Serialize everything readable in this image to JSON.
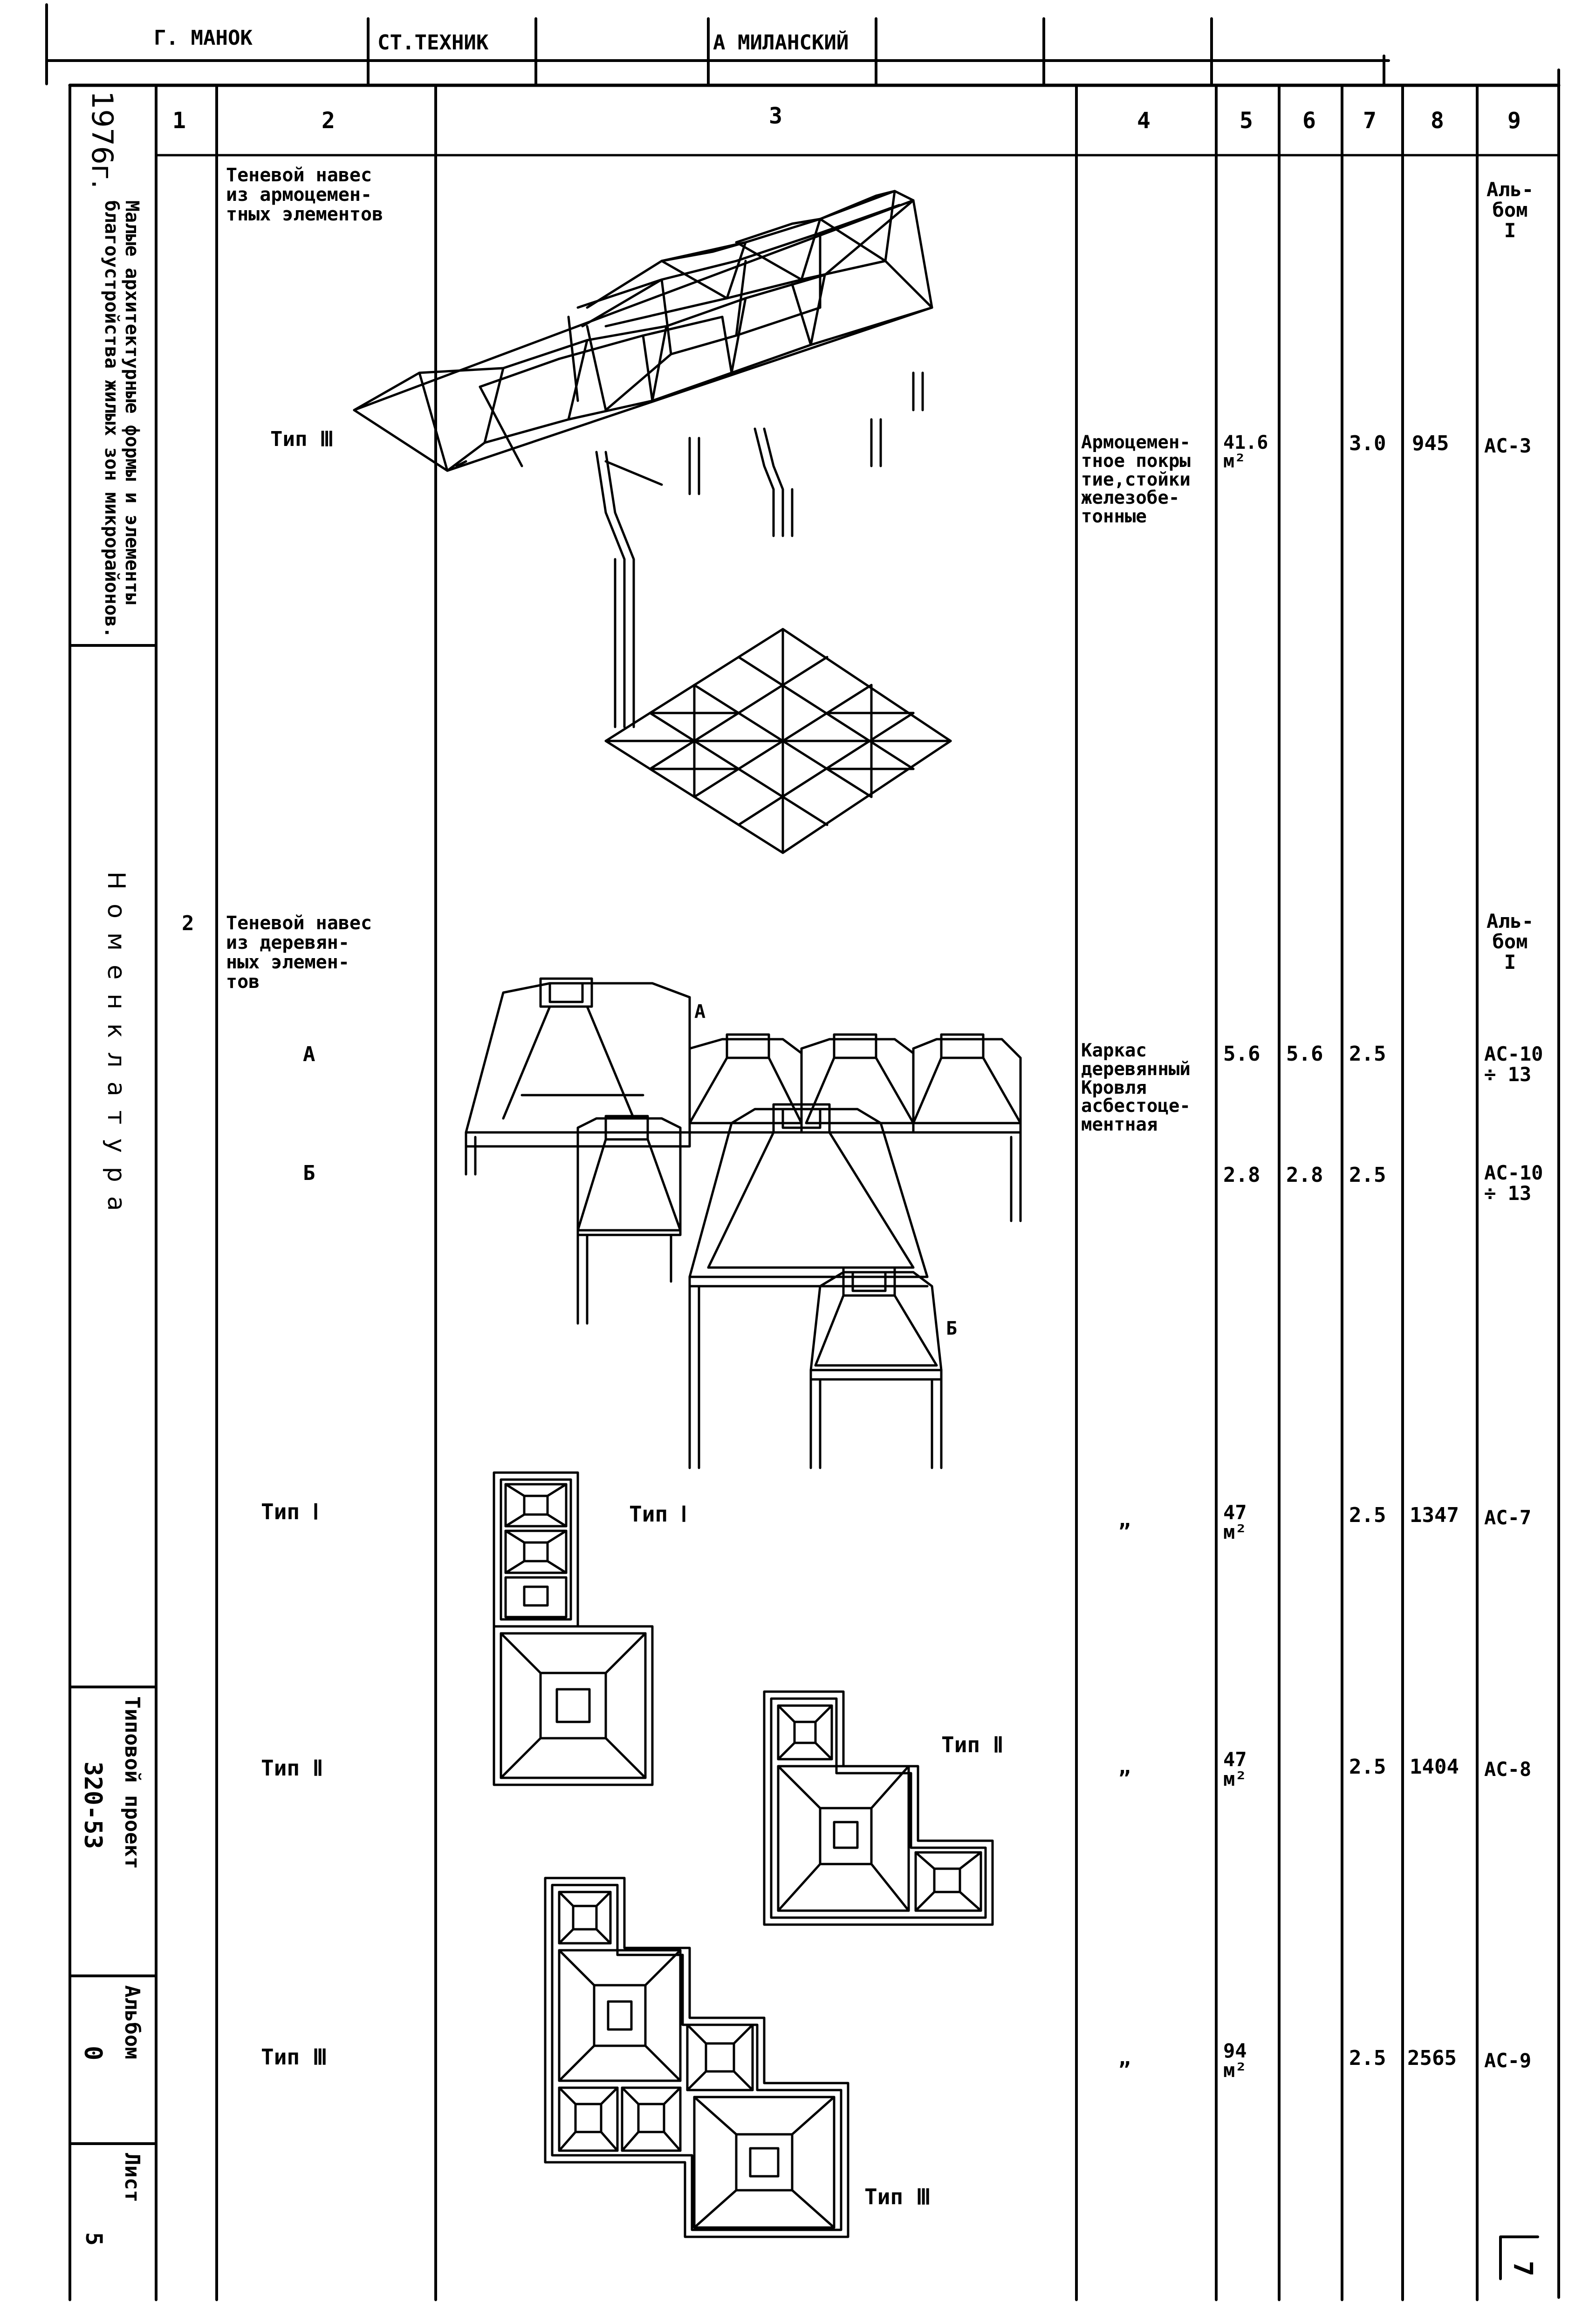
{
  "stamp": {
    "cells": [
      "Г. МАНОК",
      "СТ.ТЕХНИК",
      "А МИЛАНСКИЙ"
    ]
  },
  "side_panel": {
    "year": "1976г.",
    "title": "Малые архитектурные формы и элементы благоустройства жилых зон микрорайонов.",
    "section": "Номенклатура",
    "project_label": "Типовой проект",
    "project_number": "320-53",
    "album_label": "Альбом",
    "album_number": "0",
    "sheet_label": "Лист",
    "sheet_number": "5"
  },
  "table": {
    "headers": [
      "1",
      "2",
      "3",
      "4",
      "5",
      "6",
      "7",
      "8",
      "9"
    ],
    "rows": [
      {
        "number": "",
        "name": "Теневой навес\nиз армоцемен-\nтных элементов",
        "ref": "Аль-\nбом\nI"
      },
      {
        "type": "Тип Ⅲ",
        "description": "Армоцемен-\nтное покры\nтие,стойки\nжелезобе-\nтонные",
        "c5": "41.6\nм²",
        "c6": "",
        "c7": "3.0",
        "c8": "945",
        "ref": "АС-3"
      },
      {
        "number": "2",
        "name": "Теневой навес\nиз деревян-\nных элемен-\nтов",
        "ref": "Аль-\nбом\nI"
      },
      {
        "type": "А",
        "description": "Каркас\nдеревянный\nКровля\nасбестоце-\nментная",
        "c5": "5.6",
        "c6": "5.6",
        "c7": "2.5",
        "c8": "",
        "ref": "АС-10\n÷ 13"
      },
      {
        "type": "Б",
        "c5": "2.8",
        "c6": "2.8",
        "c7": "2.5",
        "c8": "",
        "ref": "АС-10\n÷ 13"
      },
      {
        "type": "Тип Ⅰ",
        "description": "„",
        "c5": "47\nм²",
        "c7": "2.5",
        "c8": "1347",
        "ref": "АС-7"
      },
      {
        "type": "Тип Ⅱ",
        "description": "„",
        "c5": "47\nм²",
        "c7": "2.5",
        "c8": "1404",
        "ref": "АС-8"
      },
      {
        "type": "Тип Ⅲ",
        "description": "„",
        "c5": "94\nм²",
        "c7": "2.5",
        "c8": "2565",
        "ref": "АС-9"
      }
    ]
  },
  "drawing_labels": {
    "gazebo_a": "А",
    "gazebo_b": "Б",
    "plan_type_1": "Тип Ⅰ",
    "plan_type_2": "Тип Ⅱ",
    "plan_type_3": "Тип Ⅲ"
  },
  "corner_mark": "7"
}
